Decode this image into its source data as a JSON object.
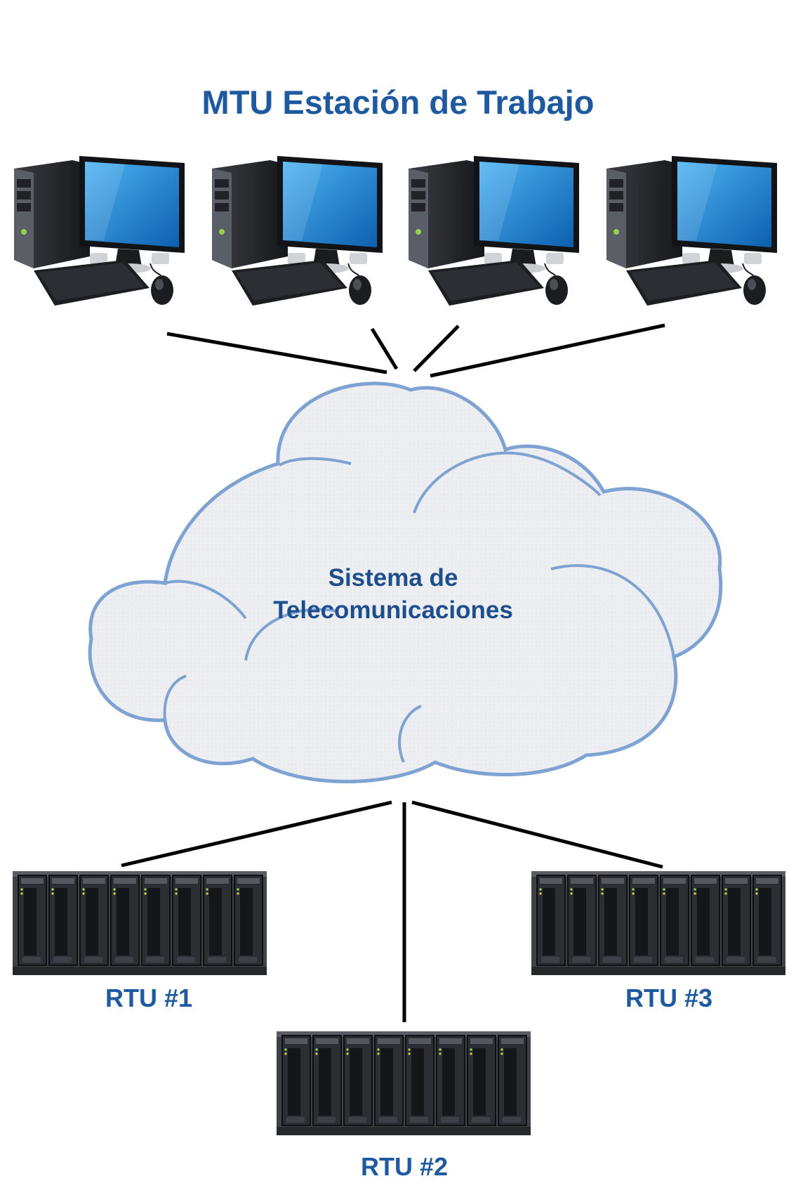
{
  "diagram": {
    "title": "MTU Estación de Trabajo",
    "network": {
      "label_line1": "Sistema de",
      "label_line2": "Telecomunicaciones"
    },
    "workstations": [
      {
        "icon": "desktop-computer-icon"
      },
      {
        "icon": "desktop-computer-icon"
      },
      {
        "icon": "desktop-computer-icon"
      },
      {
        "icon": "desktop-computer-icon"
      }
    ],
    "rtus": [
      {
        "label": "RTU #1",
        "icon": "plc-rack-icon"
      },
      {
        "label": "RTU #2",
        "icon": "plc-rack-icon"
      },
      {
        "label": "RTU #3",
        "icon": "plc-rack-icon"
      }
    ],
    "colors": {
      "title": "#1f5aa0",
      "cloud_fill": "#eceef1",
      "cloud_outline": "#7ea3d3",
      "link_line": "#000000"
    }
  }
}
